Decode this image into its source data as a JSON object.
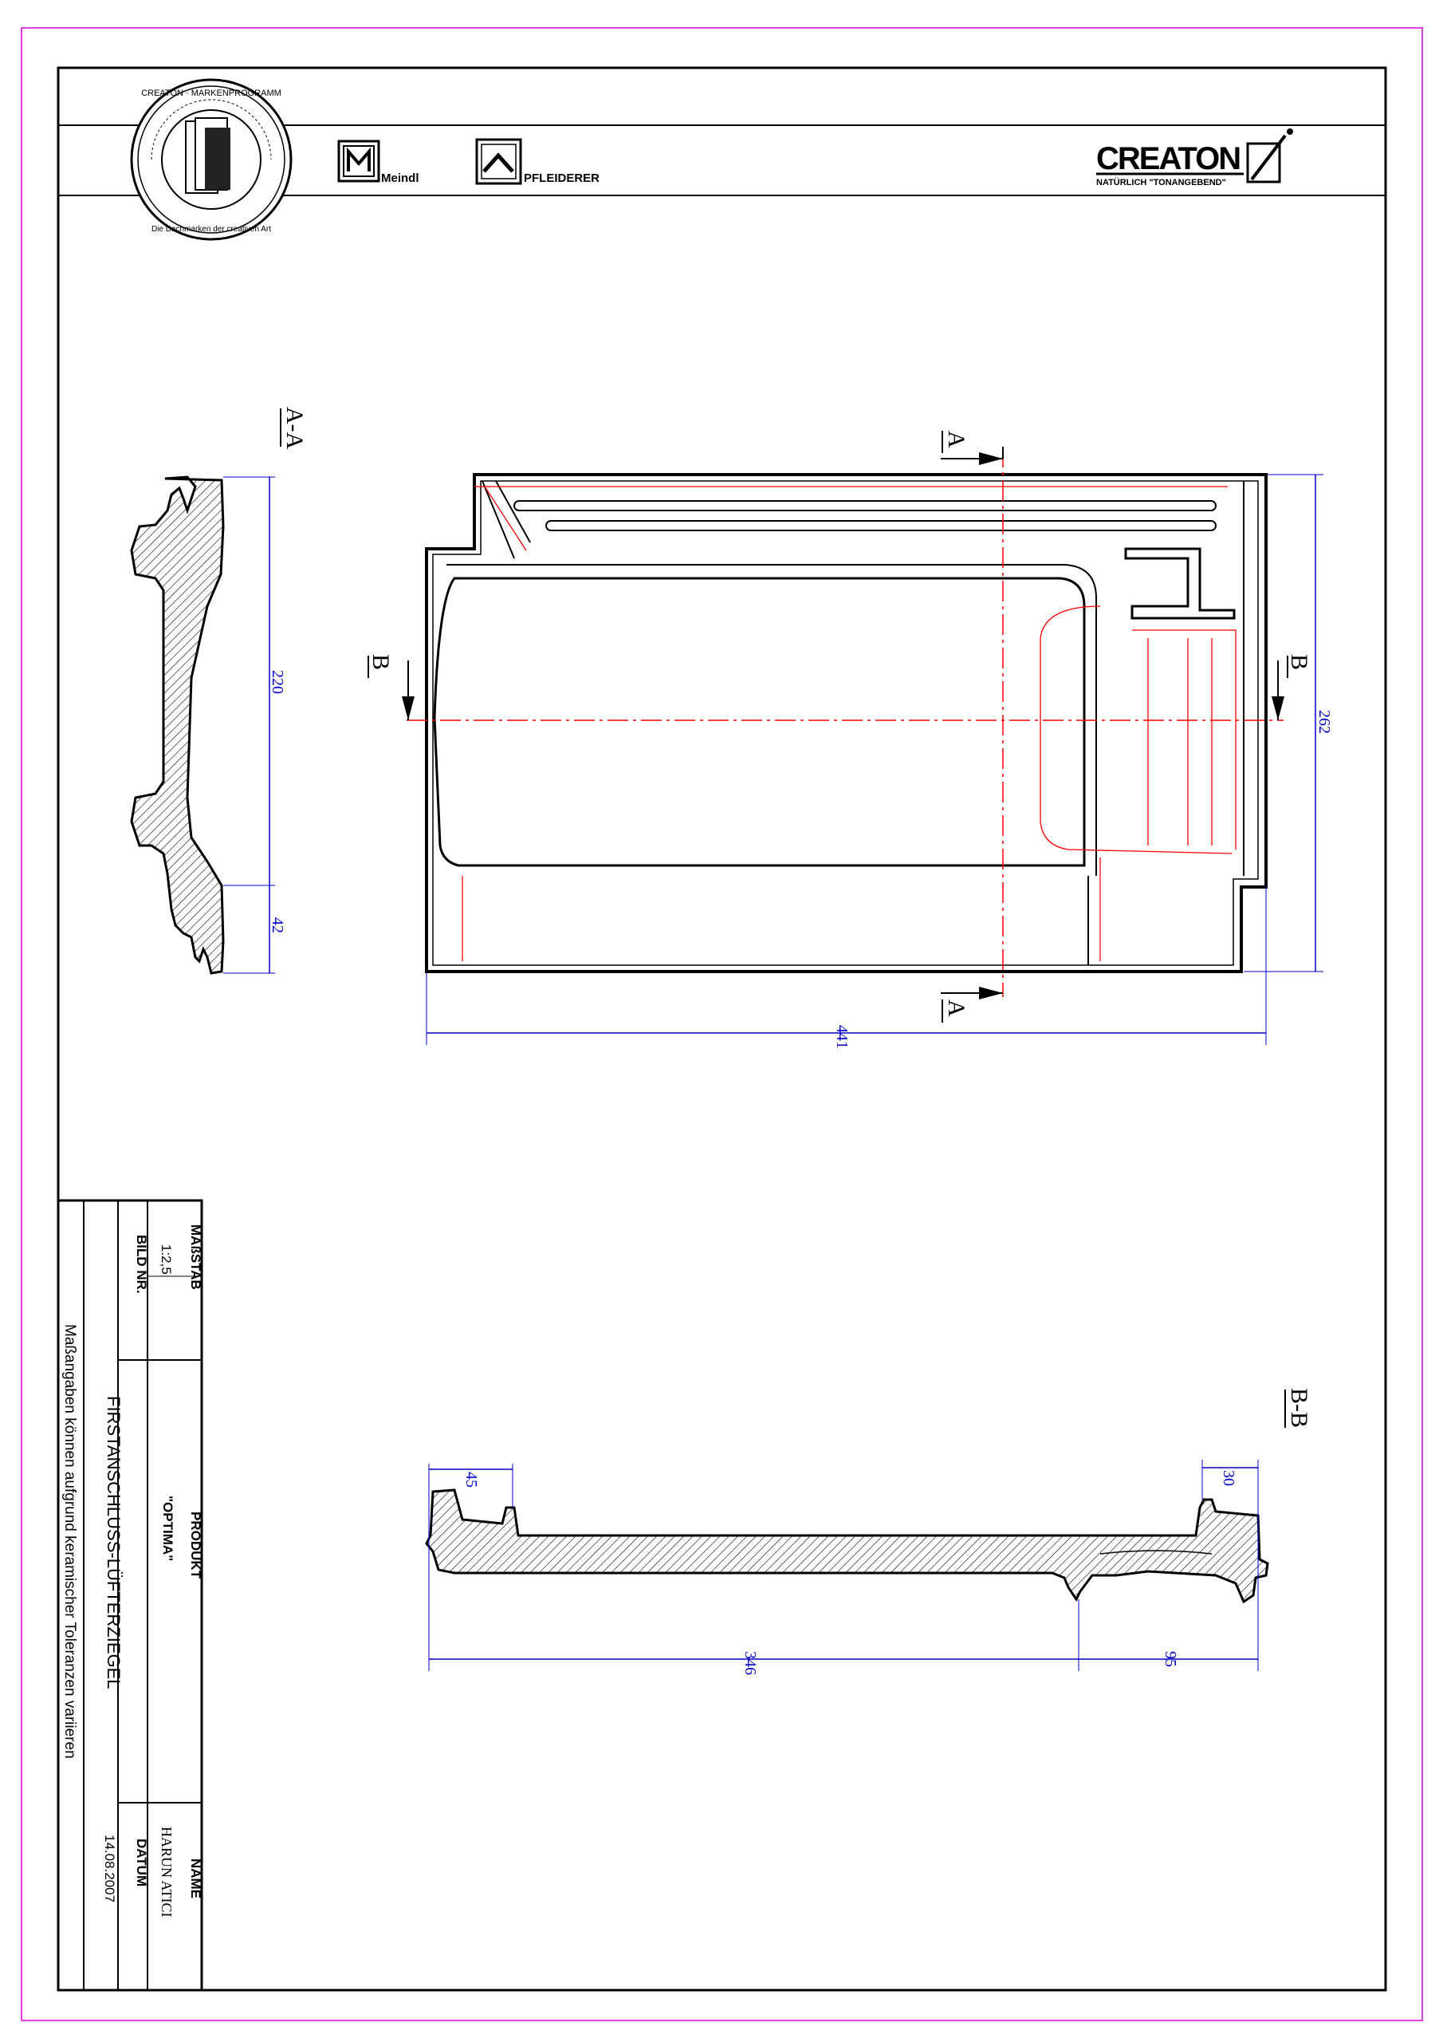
{
  "header": {
    "seal_text": "CREATON - MARKENPROGRAMM · Die Dachmarken der creativen Art",
    "brand_meindl": "Meindl",
    "brand_pfleiderer": "PFLEIDERER",
    "brand_creaton": "CREATON",
    "brand_creaton_tagline": "NATÜRLICH \"TONANGEBEND\""
  },
  "sections": {
    "aa_title": "A-A",
    "bb_title": "B-B",
    "cut_a": "A",
    "cut_b": "B"
  },
  "dimensions": {
    "aa_height": "220",
    "aa_bottom": "42",
    "plan_width": "441",
    "plan_height": "262",
    "bb_left_top": "45",
    "bb_right_top": "30",
    "bb_main": "346",
    "bb_right": "95"
  },
  "title_block": {
    "massstab_label": "MAßSTAB",
    "massstab_value": "1:2,5",
    "bild_nr_label": "BILD NR.",
    "produkt_label": "PRODUKT",
    "produkt_value": "\"OPTIMA\"",
    "description": "FIRSTANSCHLUSS-LÜFTERZIEGEL",
    "name_label": "NAME",
    "name_value": "HARUN  ATICI",
    "datum_label": "DATUM",
    "datum_value": "14.08.2007",
    "note": "Maßangaben  können  aufgrund  keramischer  Toleranzen  variieren"
  },
  "colors": {
    "frame": "#000000",
    "outer_border": "#e040e0",
    "dimension": "#0000cc",
    "centerline": "#ff0000"
  }
}
